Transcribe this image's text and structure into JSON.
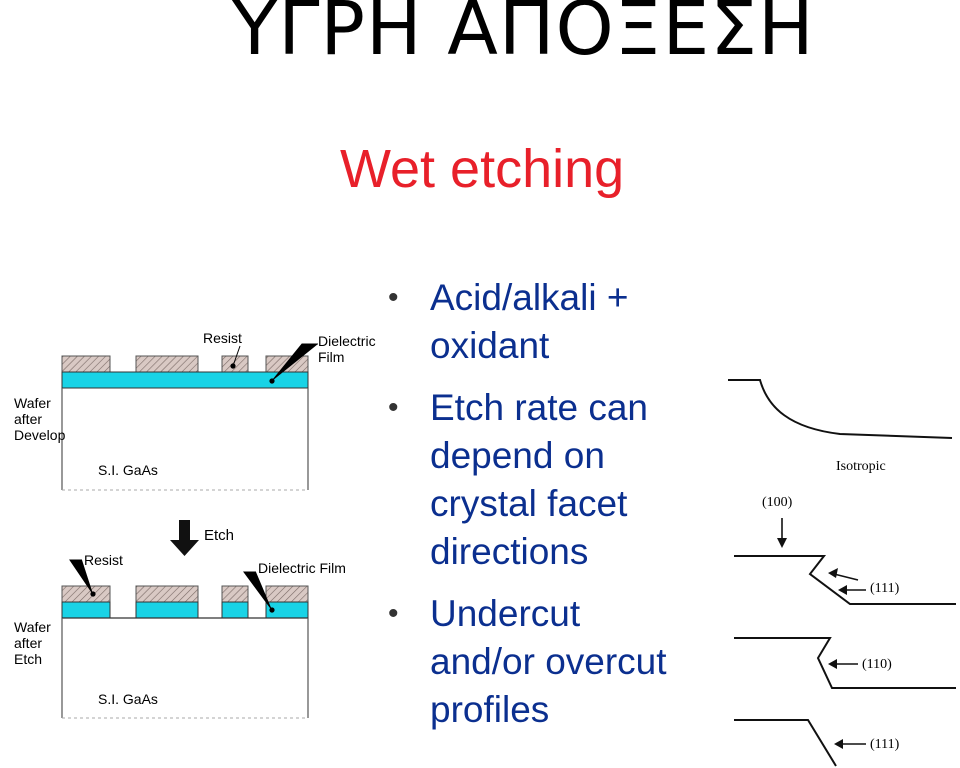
{
  "slide": {
    "title": "ΥΓΡΗ ΑΠΟΞΕΣΗ",
    "heading": "Wet etching",
    "bullets": [
      "Acid/alkali +\noxidant",
      "Etch rate can\ndepend on\ncrystal facet\ndirections",
      "Undercut\nand/or overcut\nprofiles"
    ]
  },
  "left_diagram": {
    "top": {
      "resist_label": "Resist",
      "dielectric_label": "Dielectric\nFilm",
      "wafer_label": "Wafer\nafter\nDevelop",
      "substrate_label": "S.I. GaAs"
    },
    "arrow_label": "Etch",
    "bottom": {
      "resist_label": "Resist",
      "dielectric_label": "Dielectric Film",
      "wafer_label": "Wafer\nafter\nEtch",
      "substrate_label": "S.I. GaAs"
    }
  },
  "right_diagram": {
    "isotropic_label": "Isotropic",
    "direction_100": "(100)",
    "direction_111_a": "(111)",
    "direction_110": "(110)",
    "direction_111_b": "(111)"
  },
  "colors": {
    "heading": "#e8202a",
    "bullet_text": "#0b2f8f",
    "dielectric": "#19d3e6",
    "resist": "#d9c9c4"
  }
}
